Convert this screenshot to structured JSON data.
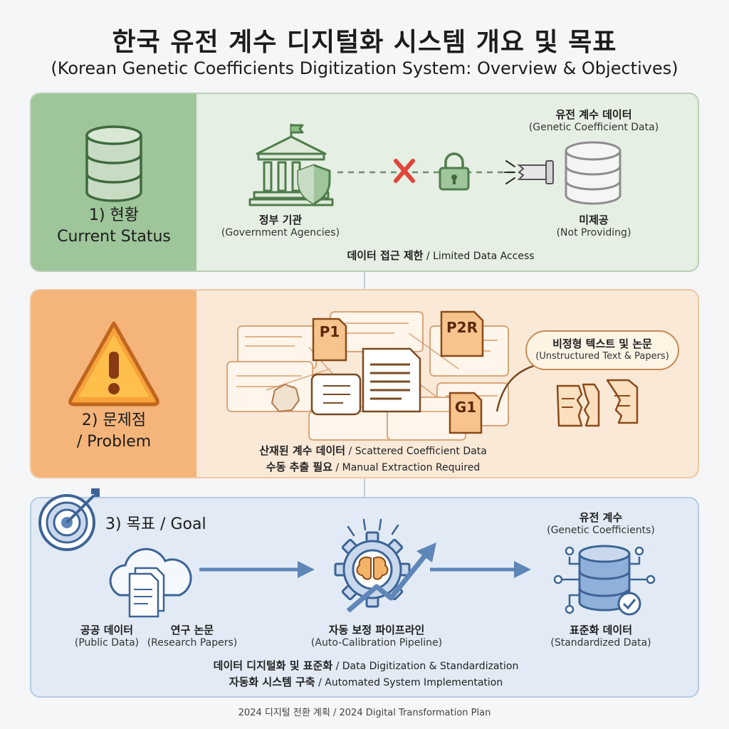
{
  "title": "한국 유전 계수 디지털화 시스템 개요 및 목표",
  "subtitle": "(Korean Genetic Coefficients Digitization System: Overview & Objectives)",
  "sections": {
    "current": {
      "label_ko": "1) 현황",
      "label_en": "Current Status",
      "agency_ko": "정부 기관",
      "agency_en": "(Government Agencies)",
      "data_title_ko": "유전 계수 데이터",
      "data_title_en": "(Genetic Coefficient Data)",
      "not_providing_ko": "미제공",
      "not_providing_en": "(Not Providing)",
      "access_ko": "데이터 접근 제한",
      "access_en": " / Limited Data Access"
    },
    "problem": {
      "label_ko": "2) 문제점",
      "label_en": "/ Problem",
      "doc_labels": [
        "P1",
        "P2R",
        "G1"
      ],
      "unstructured_ko": "비정형 텍스트 및 논문",
      "unstructured_en": "(Unstructured Text & Papers)",
      "scattered_ko": "산재된 계수 데이터",
      "scattered_en": " / Scattered Coefficient Data",
      "manual_ko": "수동 추출 필요",
      "manual_en": " / Manual Extraction Required"
    },
    "goal": {
      "label": "3) 목표 / Goal",
      "public_ko": "공공 데이터",
      "public_en": "(Public Data)",
      "papers_ko": "연구 논문",
      "papers_en": "(Research Papers)",
      "pipeline_ko": "자동 보정 파이프라인",
      "pipeline_en": "(Auto-Calibration Pipeline)",
      "coeff_ko": "유전 계수",
      "coeff_en": "(Genetic Coefficients)",
      "standard_ko": "표준화 데이터",
      "standard_en": "(Standardized Data)",
      "line1_ko": "데이터 디지털화 및 표준화",
      "line1_en": " / Data Digitization & Standardization",
      "line2_ko": "자동화 시스템 구축",
      "line2_en": " / Automated System Implementation"
    }
  },
  "footer": "2024 디지털 전환 계획 / 2024 Digital Transformation Plan",
  "colors": {
    "green": "#9fc59a",
    "orange": "#f4b47a",
    "blue": "#5f86b8",
    "red": "#e0453a"
  }
}
